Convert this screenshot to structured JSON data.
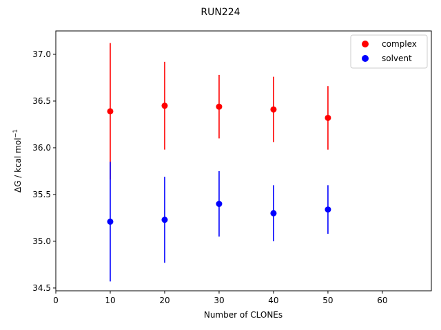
{
  "chart_data": {
    "type": "scatter",
    "title": "RUN224",
    "xlabel": "Number of CLONEs",
    "ylabel_main": "ΔG / kcal mol",
    "ylabel_sup": "−1",
    "xlim": [
      0,
      69
    ],
    "ylim": [
      34.47,
      37.25
    ],
    "x_ticks": [
      0,
      10,
      20,
      30,
      40,
      50,
      60
    ],
    "x_tick_labels": [
      "0",
      "10",
      "20",
      "30",
      "40",
      "50",
      "60"
    ],
    "y_ticks": [
      34.5,
      35.0,
      35.5,
      36.0,
      36.5,
      37.0
    ],
    "y_tick_labels": [
      "34.5",
      "35.0",
      "35.5",
      "36.0",
      "36.5",
      "37.0"
    ],
    "grid": false,
    "legend_position": "top-right",
    "x": [
      10,
      20,
      30,
      40,
      50
    ],
    "series": [
      {
        "name": "complex",
        "color": "#ff0000",
        "values": [
          36.39,
          36.45,
          36.44,
          36.41,
          36.32
        ],
        "error": [
          0.73,
          0.47,
          0.34,
          0.35,
          0.34
        ]
      },
      {
        "name": "solvent",
        "color": "#0000ff",
        "values": [
          35.21,
          35.23,
          35.4,
          35.3,
          35.34
        ],
        "error": [
          0.64,
          0.46,
          0.35,
          0.3,
          0.26
        ]
      }
    ]
  }
}
